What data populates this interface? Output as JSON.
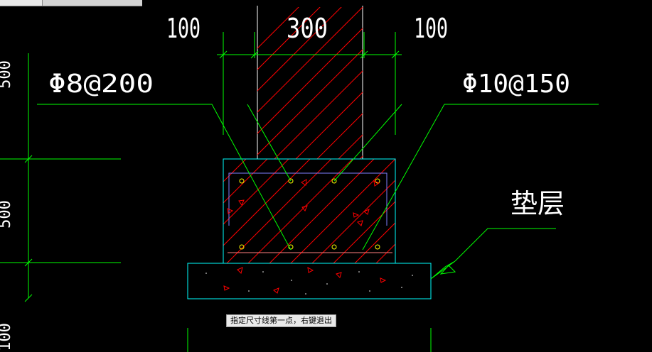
{
  "window": {
    "tab_left_label": "",
    "tab_right_label": ""
  },
  "drawing": {
    "dim_left": "100",
    "dim_middle": "300",
    "dim_right": "100",
    "rebar_left": "Φ8@200",
    "rebar_right": "Φ10@150",
    "cushion_label": "垫层",
    "edge_dim_top": "500",
    "edge_dim_middle": "500",
    "edge_dim_bottom": "100"
  },
  "command": {
    "prompt": "指定尺寸线第一点，右键退出"
  },
  "colors": {
    "background": "#000000",
    "dimension_lines": "#00ff00",
    "hatch": "#ff0000",
    "concrete_outline": "#00ffff",
    "stirrup": "#8080ff",
    "rebar_dots": "#ffff00",
    "text": "#ffffff"
  }
}
